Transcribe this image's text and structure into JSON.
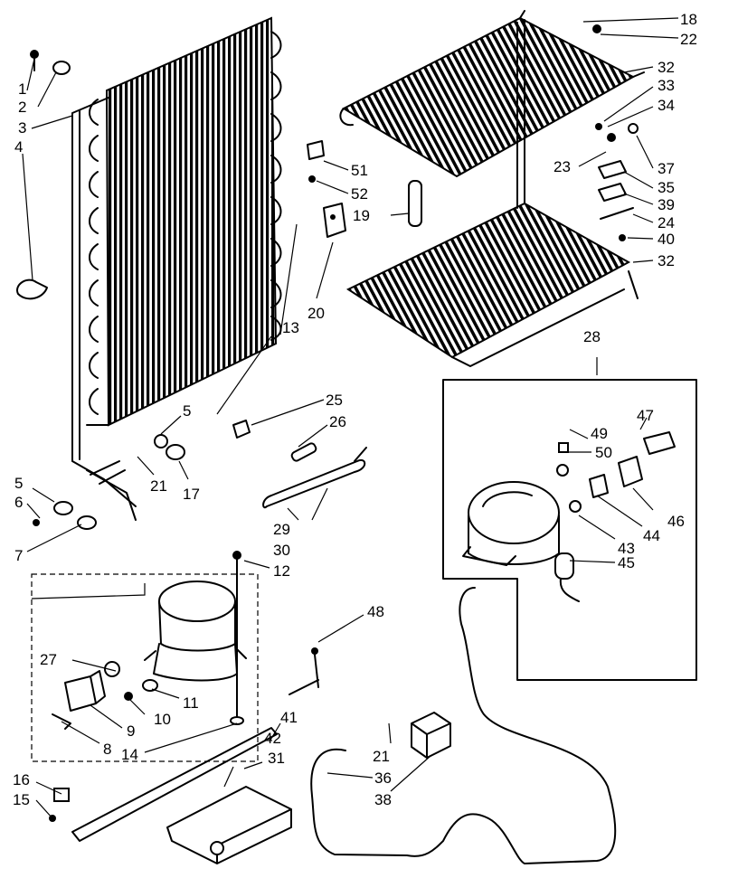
{
  "callouts": {
    "c1": "1",
    "c2": "2",
    "c3": "3",
    "c4": "4",
    "c5a": "5",
    "c5b": "5",
    "c6": "6",
    "c7": "7",
    "c8": "8",
    "c9": "9",
    "c10": "10",
    "c11": "11",
    "c12": "12",
    "c13": "13",
    "c14": "14",
    "c15": "15",
    "c16": "16",
    "c17": "17",
    "c18": "18",
    "c19": "19",
    "c20": "20",
    "c21a": "21",
    "c21b": "21",
    "c22": "22",
    "c23": "23",
    "c24": "24",
    "c25": "25",
    "c26": "26",
    "c27": "27",
    "c28": "28",
    "c29": "29",
    "c30": "30",
    "c31": "31",
    "c32a": "32",
    "c32b": "32",
    "c33": "33",
    "c34": "34",
    "c35": "35",
    "c36": "36",
    "c37": "37",
    "c38": "38",
    "c39": "39",
    "c40": "40",
    "c41": "41",
    "c42": "42",
    "c43": "43",
    "c44": "44",
    "c45": "45",
    "c46": "46",
    "c47": "47",
    "c48": "48",
    "c49": "49",
    "c50": "50",
    "c51": "51",
    "c52": "52"
  }
}
